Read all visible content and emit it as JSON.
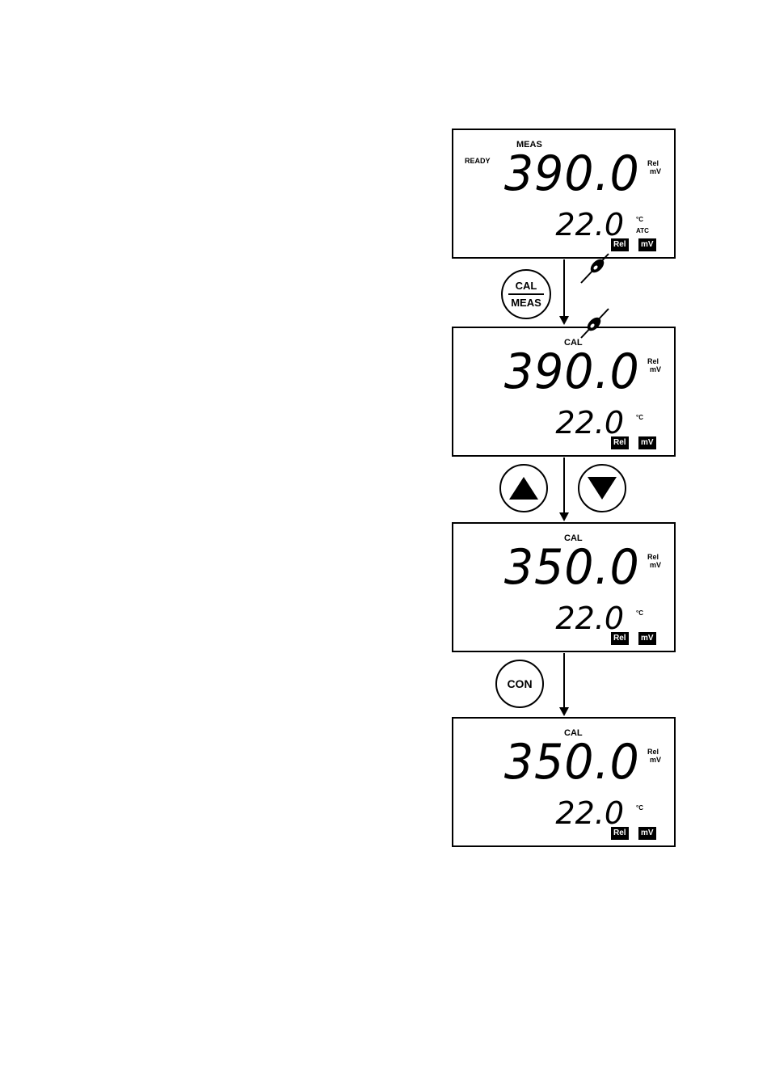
{
  "screens": [
    {
      "mode": "MEAS",
      "status": "READY",
      "reading": "390.0",
      "unit_top": "Rel",
      "unit_bottom": "mV",
      "temp": "22.0",
      "temp_unit": "°C",
      "temp_mode": "ATC",
      "tag1": "Rel",
      "tag2": "mV"
    },
    {
      "mode": "CAL",
      "reading": "390.0",
      "unit_top": "Rel",
      "unit_bottom": "mV",
      "temp": "22.0",
      "temp_unit": "°C",
      "tag1": "Rel",
      "tag2": "mV"
    },
    {
      "mode": "CAL",
      "reading": "350.0",
      "unit_top": "Rel",
      "unit_bottom": "mV",
      "temp": "22.0",
      "temp_unit": "°C",
      "tag1": "Rel",
      "tag2": "mV"
    },
    {
      "mode": "CAL",
      "reading": "350.0",
      "unit_top": "Rel",
      "unit_bottom": "mV",
      "temp": "22.0",
      "temp_unit": "°C",
      "tag1": "Rel",
      "tag2": "mV"
    }
  ],
  "buttons": {
    "cal_meas_top": "CAL",
    "cal_meas_bottom": "MEAS",
    "up_icon": "triangle-up-icon",
    "down_icon": "triangle-down-icon",
    "con": "CON"
  },
  "icons": {
    "electrode": "electrode-probe-icon"
  }
}
